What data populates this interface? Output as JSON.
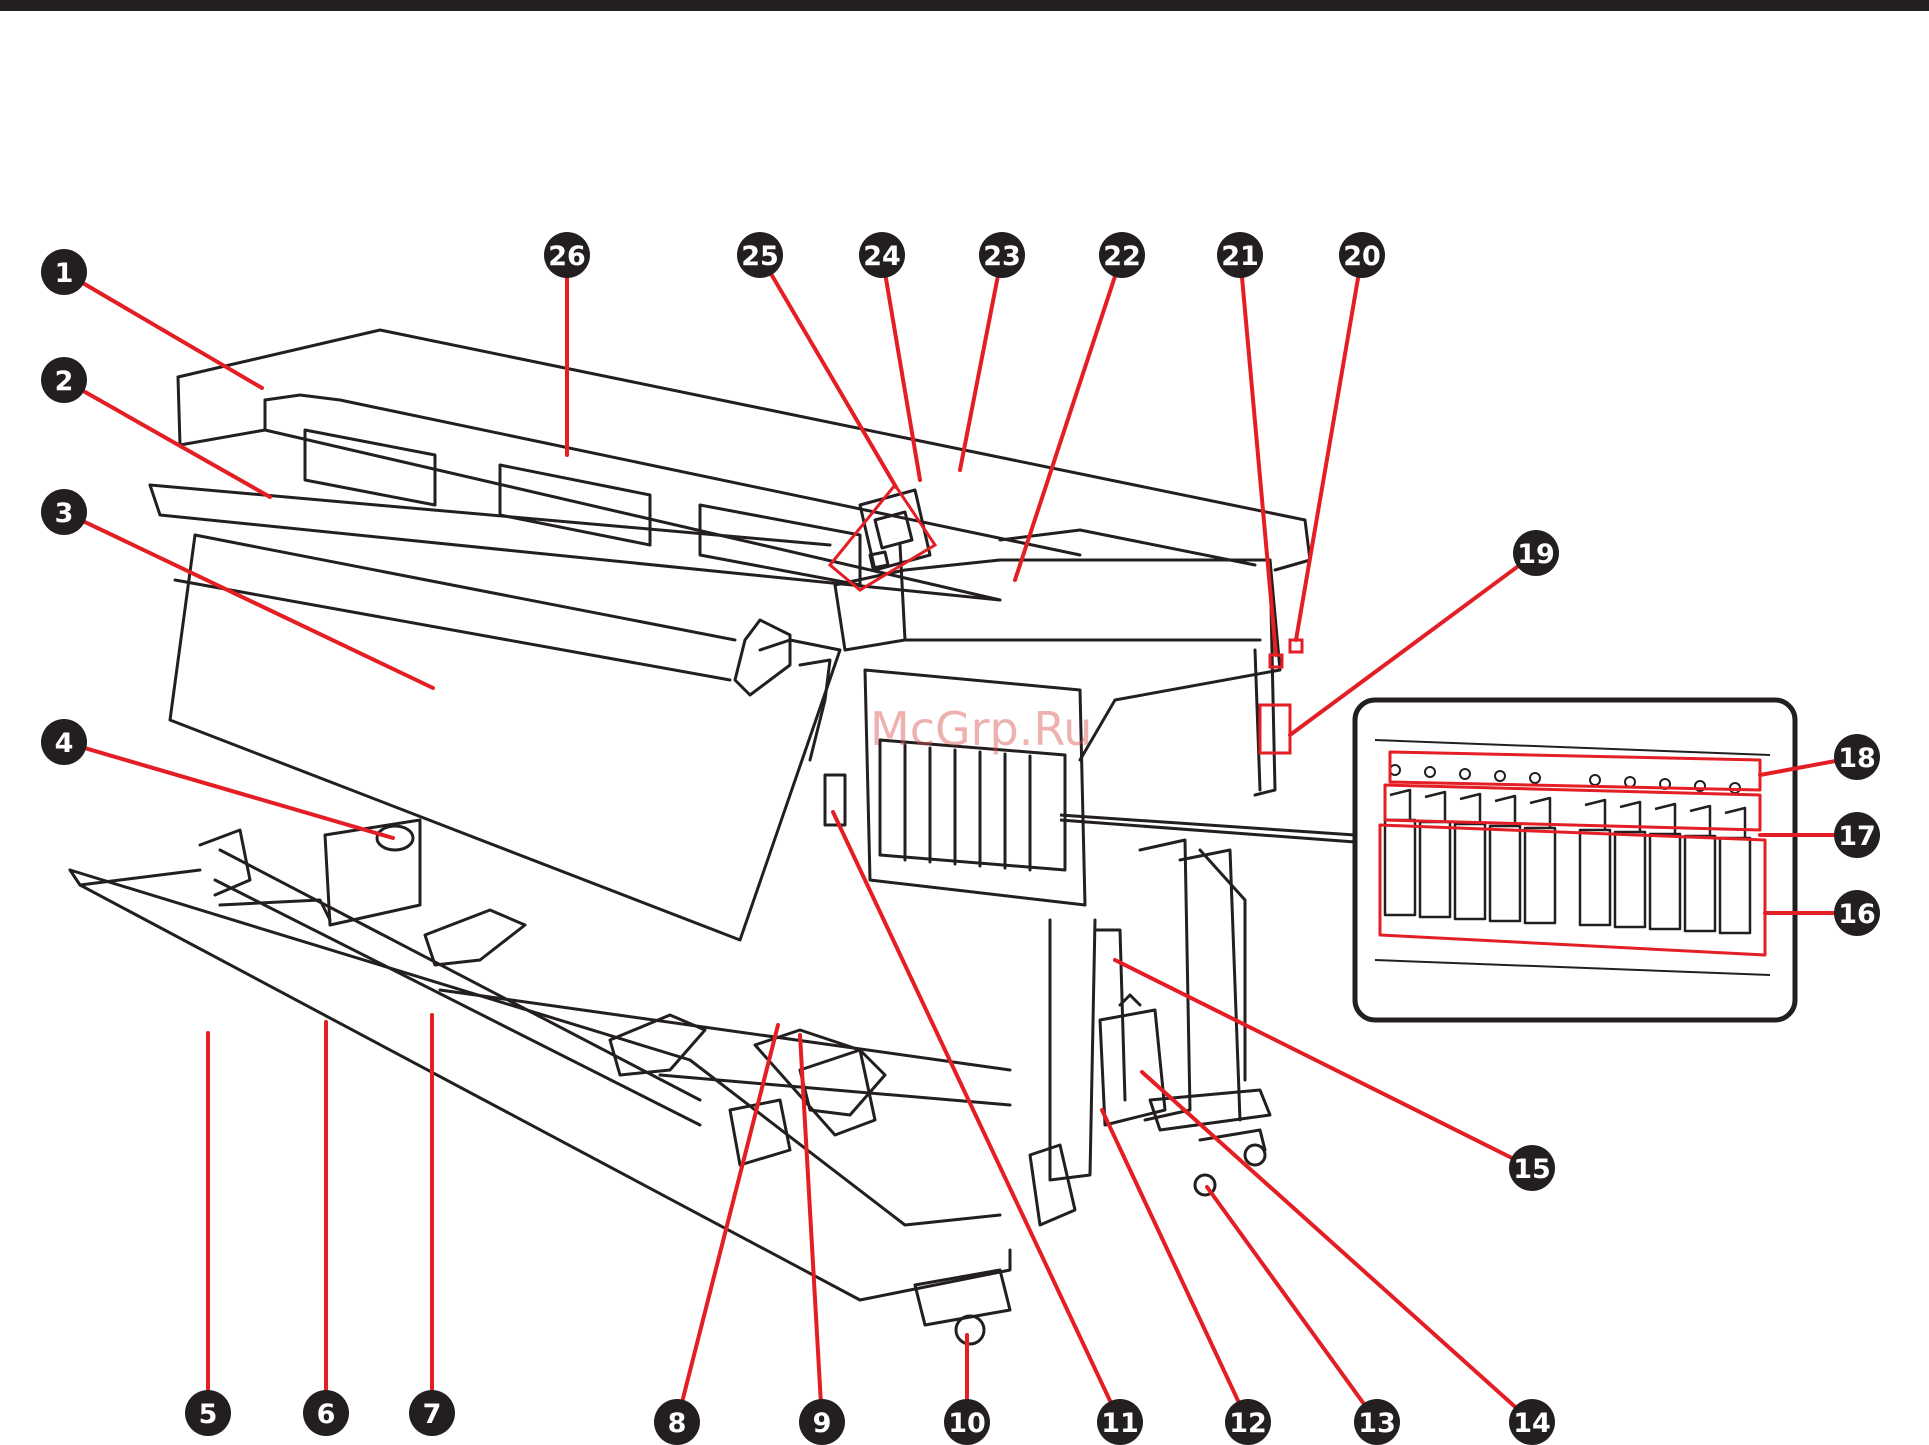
{
  "watermark": "McGrp.Ru",
  "colors": {
    "leader": "#e31e24",
    "badge": "#231f20",
    "line_art": "#231f20",
    "background": "#ffffff"
  },
  "callouts": [
    {
      "id": "1",
      "label": "1"
    },
    {
      "id": "2",
      "label": "2"
    },
    {
      "id": "3",
      "label": "3"
    },
    {
      "id": "4",
      "label": "4"
    },
    {
      "id": "5",
      "label": "5"
    },
    {
      "id": "6",
      "label": "6"
    },
    {
      "id": "7",
      "label": "7"
    },
    {
      "id": "8",
      "label": "8"
    },
    {
      "id": "9",
      "label": "9"
    },
    {
      "id": "10",
      "label": "10"
    },
    {
      "id": "11",
      "label": "11"
    },
    {
      "id": "12",
      "label": "12"
    },
    {
      "id": "13",
      "label": "13"
    },
    {
      "id": "14",
      "label": "14"
    },
    {
      "id": "15",
      "label": "15"
    },
    {
      "id": "16",
      "label": "16"
    },
    {
      "id": "17",
      "label": "17"
    },
    {
      "id": "18",
      "label": "18"
    },
    {
      "id": "19",
      "label": "19"
    },
    {
      "id": "20",
      "label": "20"
    },
    {
      "id": "21",
      "label": "21"
    },
    {
      "id": "22",
      "label": "22"
    },
    {
      "id": "23",
      "label": "23"
    },
    {
      "id": "24",
      "label": "24"
    },
    {
      "id": "25",
      "label": "25"
    },
    {
      "id": "26",
      "label": "26"
    }
  ]
}
